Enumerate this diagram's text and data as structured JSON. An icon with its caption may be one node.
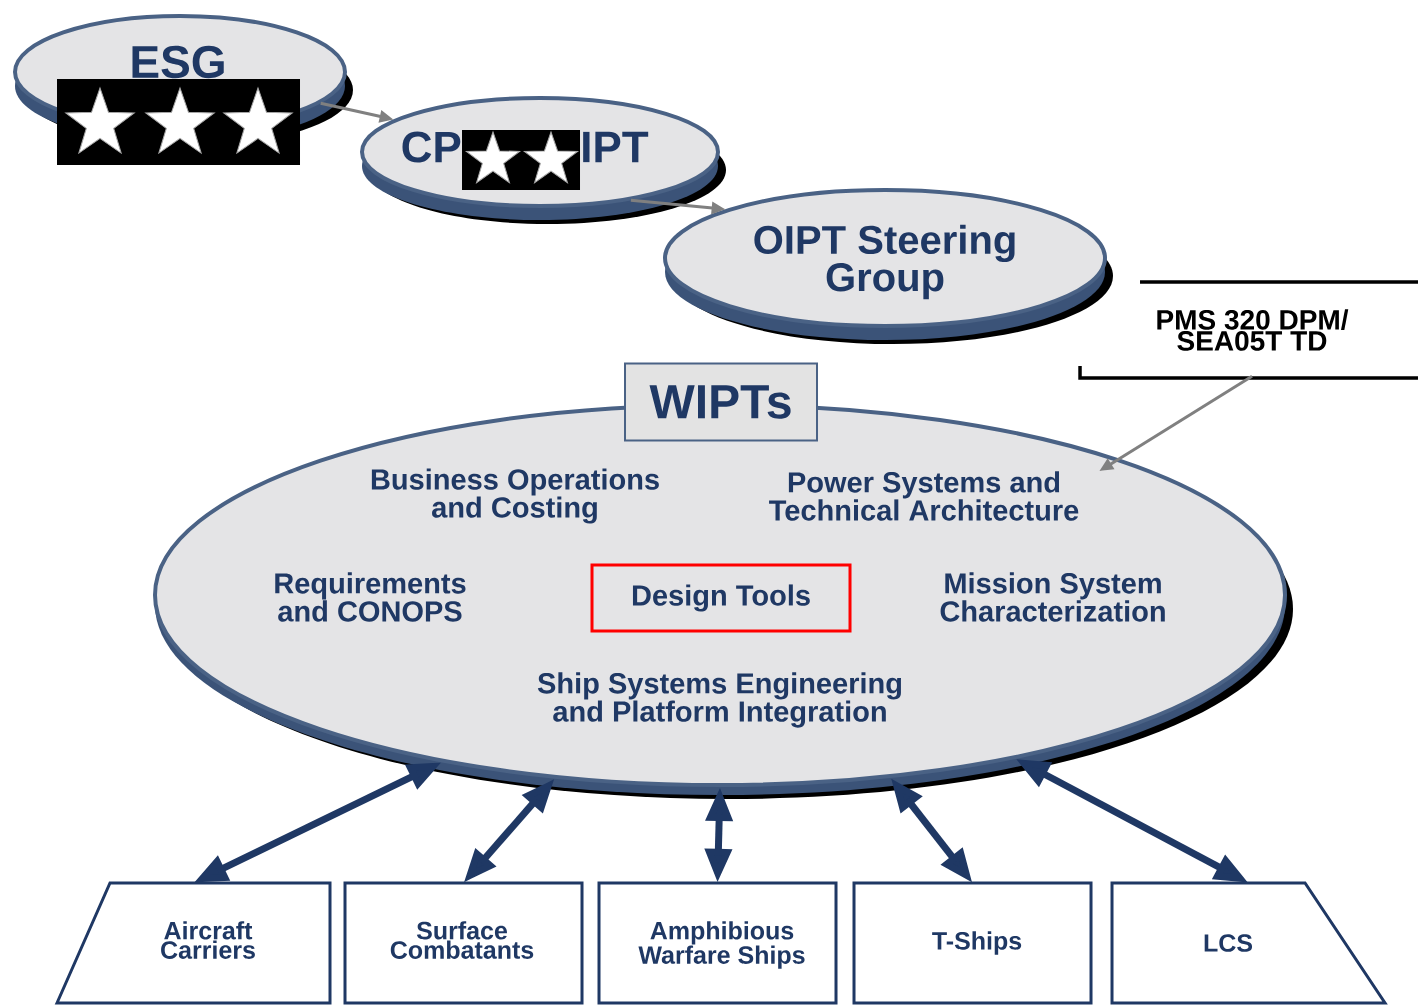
{
  "diagram": {
    "nodes": [
      {
        "text": [
          "ESG"
        ]
      },
      {
        "text": [
          "CP",
          "IPT"
        ]
      },
      {
        "text": [
          "OIPT Steering Group"
        ]
      },
      {
        "text": [
          "PMS 320 DPM/ SEA05T TD"
        ]
      },
      {
        "text": [
          "WIPTs",
          "Business Operations and Costing",
          "Requirements and CONOPS",
          "Mission System Characterization",
          "Ship Systems Engineering and Platform Integration"
        ]
      },
      {
        "text": [
          "Power Systems and Technical Architecture"
        ],
        "in": 4
      },
      {
        "text": [
          "Design Tools"
        ],
        "in": 4
      },
      {
        "text": [
          "Aircraft Carriers"
        ]
      },
      {
        "text": [
          "Surface Combatants"
        ]
      },
      {
        "text": [
          "Amphibious Warfare Ships"
        ]
      },
      {
        "text": [
          "T-Ships"
        ]
      },
      {
        "text": [
          "LCS"
        ]
      }
    ],
    "edges": [
      {
        "from": 0,
        "to": 1,
        "arrow": "to",
        "color": "#808080"
      },
      {
        "from": 1,
        "to": 2,
        "arrow": "to",
        "color": "#808080"
      },
      {
        "from": 3,
        "to": 5,
        "arrow": "to",
        "color": "#808080"
      },
      {
        "from": 4,
        "to": 7,
        "arrow": "both"
      },
      {
        "from": 4,
        "to": 8,
        "arrow": "both"
      },
      {
        "from": 4,
        "to": 9,
        "arrow": "both"
      },
      {
        "from": 4,
        "to": 10,
        "arrow": "both"
      },
      {
        "from": 4,
        "to": 11,
        "arrow": "both"
      }
    ]
  }
}
